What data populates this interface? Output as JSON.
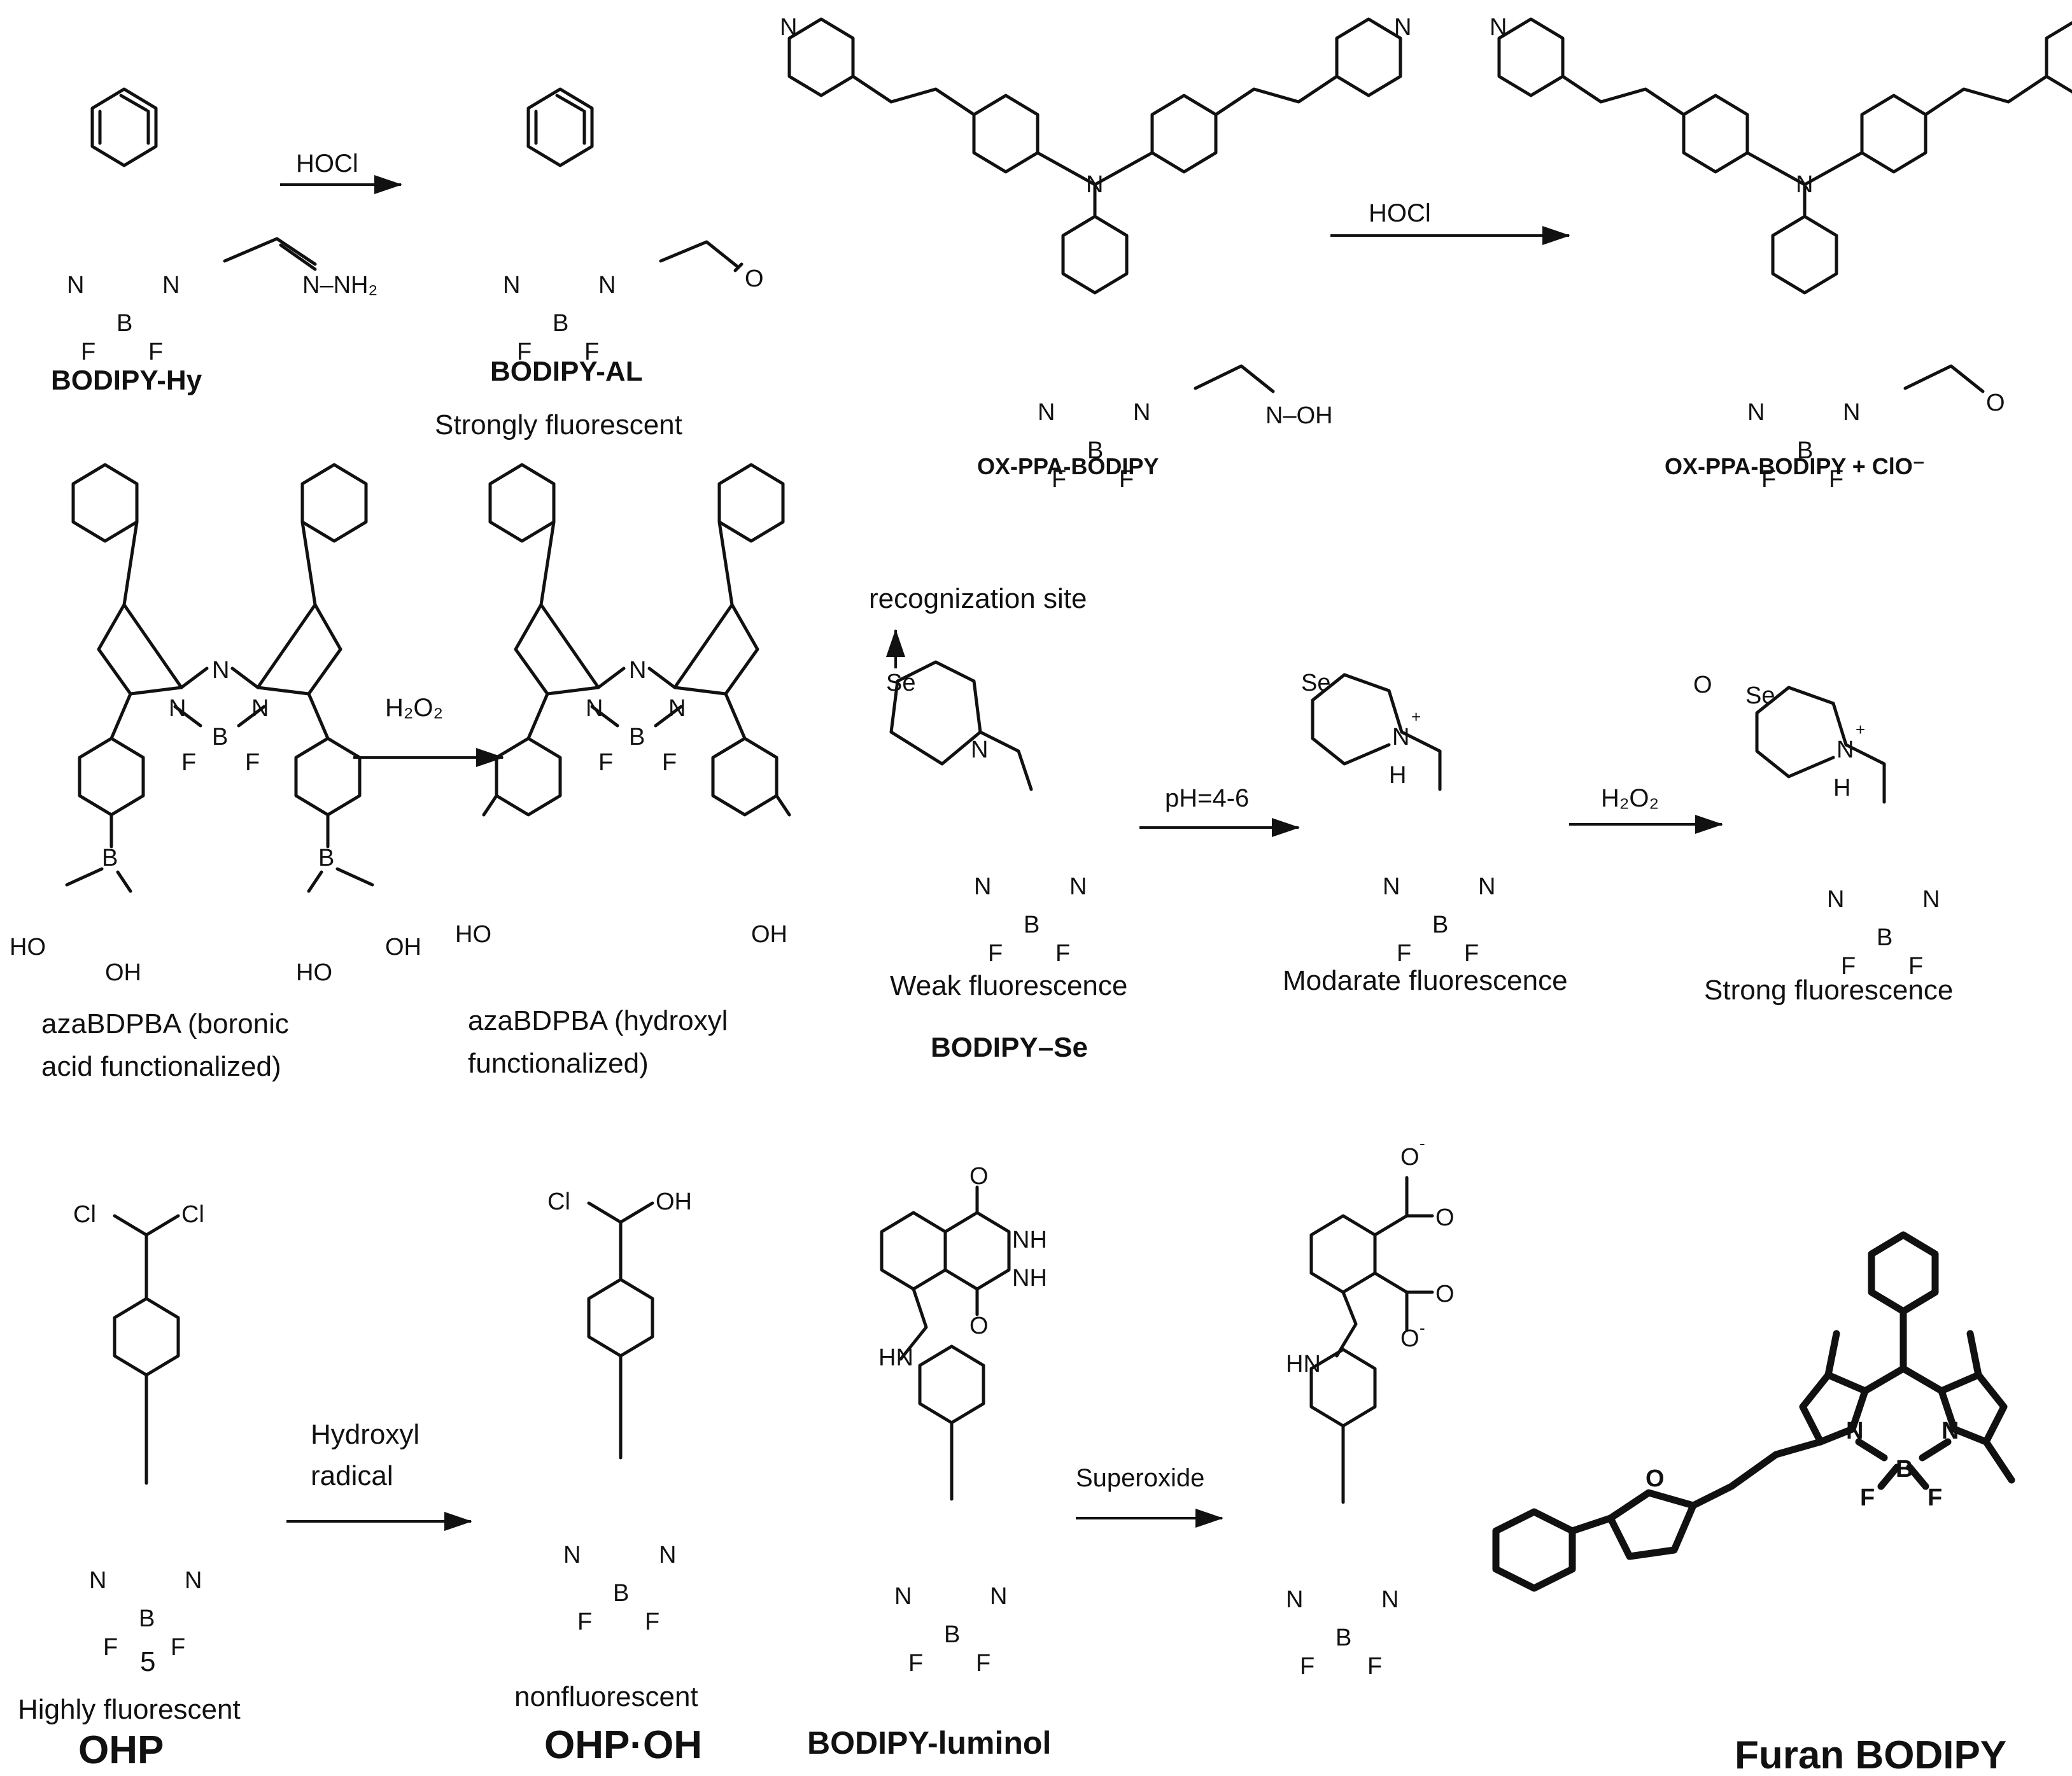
{
  "row1": {
    "bodipy_hy": {
      "name": "BODIPY-Hy",
      "substituent": "N–NH₂"
    },
    "arrow1": "HOCl",
    "bodipy_al": {
      "name": "BODIPY-AL",
      "note": "Strongly fluorescent"
    },
    "ox_ppa": {
      "name": "OX-PPA-BODIPY",
      "substituent": "N–OH"
    },
    "arrow2": "HOCl",
    "ox_ppa_product": {
      "name": "OX-PPA-BODIPY  + ClO⁻"
    }
  },
  "row2": {
    "aza_boronic": {
      "line1": "azaBDPBA (boronic",
      "line2": "acid functionalized)"
    },
    "arrow1": "H₂O₂",
    "aza_hydroxyl": {
      "line1": "azaBDPBA (hydroxyl",
      "line2": "functionalized)"
    },
    "recognition": "recognization site",
    "weak": "Weak fluorescence",
    "bodipy_se": "BODIPY–Se",
    "arrow2": "pH=4-6",
    "moderate": "Modarate fluorescence",
    "arrow3": "H₂O₂",
    "strong": "Strong fluorescence"
  },
  "row3": {
    "compound_number": "5",
    "highly": "Highly fluorescent",
    "ohp": "OHP",
    "arrow1_line1": "Hydroxyl",
    "arrow1_line2": "radical",
    "nonfluorescent": "nonfluorescent",
    "ohp_oh": "OHP·OH",
    "luminol": "BODIPY-luminol",
    "arrow2": "Superoxide",
    "furan": "Furan BODIPY"
  },
  "atoms": {
    "N": "N",
    "B": "B",
    "F": "F",
    "O": "O",
    "Se": "Se",
    "Cl": "Cl",
    "OH": "OH",
    "HO": "HO",
    "NH": "NH",
    "HN": "HN",
    "H": "H",
    "plus": "+",
    "minus": "-"
  }
}
